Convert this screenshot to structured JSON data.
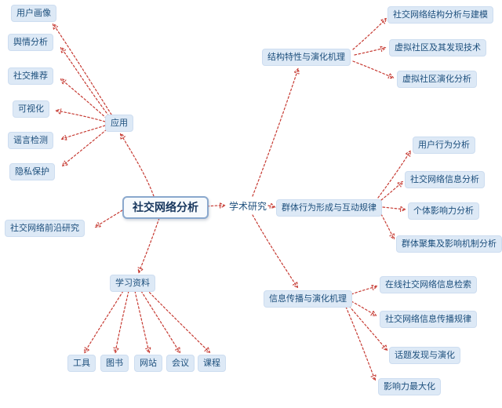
{
  "mindmap": {
    "central": "社交网络分析",
    "branches": {
      "applications": {
        "label": "应用",
        "children": {
          "user_portrait": "用户画像",
          "sentiment_analysis": "舆情分析",
          "social_recommendation": "社交推荐",
          "visualization": "可视化",
          "rumor_detection": "谣言检测",
          "privacy_protection": "隐私保护"
        }
      },
      "frontier_research": {
        "label": "社交网络前沿研究"
      },
      "academic_research": {
        "label": "学术研究",
        "children": {
          "structure_evolution": {
            "label": "结构特性与演化机理",
            "children": {
              "structure_modeling": "社交网络结构分析与建模",
              "virtual_community_discovery": "虚拟社区及其发现技术",
              "virtual_community_evolution": "虚拟社区演化分析"
            }
          },
          "group_behavior": {
            "label": "群体行为形成与互动规律",
            "children": {
              "user_behavior_analysis": "用户行为分析",
              "info_analysis": "社交网络信息分析",
              "individual_influence": "个体影响力分析",
              "group_aggregation": "群体聚集及影响机制分析"
            }
          },
          "info_propagation": {
            "label": "信息传播与演化机理",
            "children": {
              "online_info_retrieval": "在线社交网络信息检索",
              "propagation_rules": "社交网络信息传播规律",
              "topic_discovery": "话题发现与演化",
              "influence_maximization": "影响力最大化"
            }
          }
        }
      },
      "learning_materials": {
        "label": "学习资料",
        "children": {
          "tools": "工具",
          "books": "图书",
          "websites": "网站",
          "conferences": "会议",
          "courses": "课程"
        }
      }
    }
  },
  "colors": {
    "connector": "#c63a32",
    "node_background": "#dde9f6",
    "node_text": "#1d4f7c",
    "central_border": "#8aa8cd"
  }
}
